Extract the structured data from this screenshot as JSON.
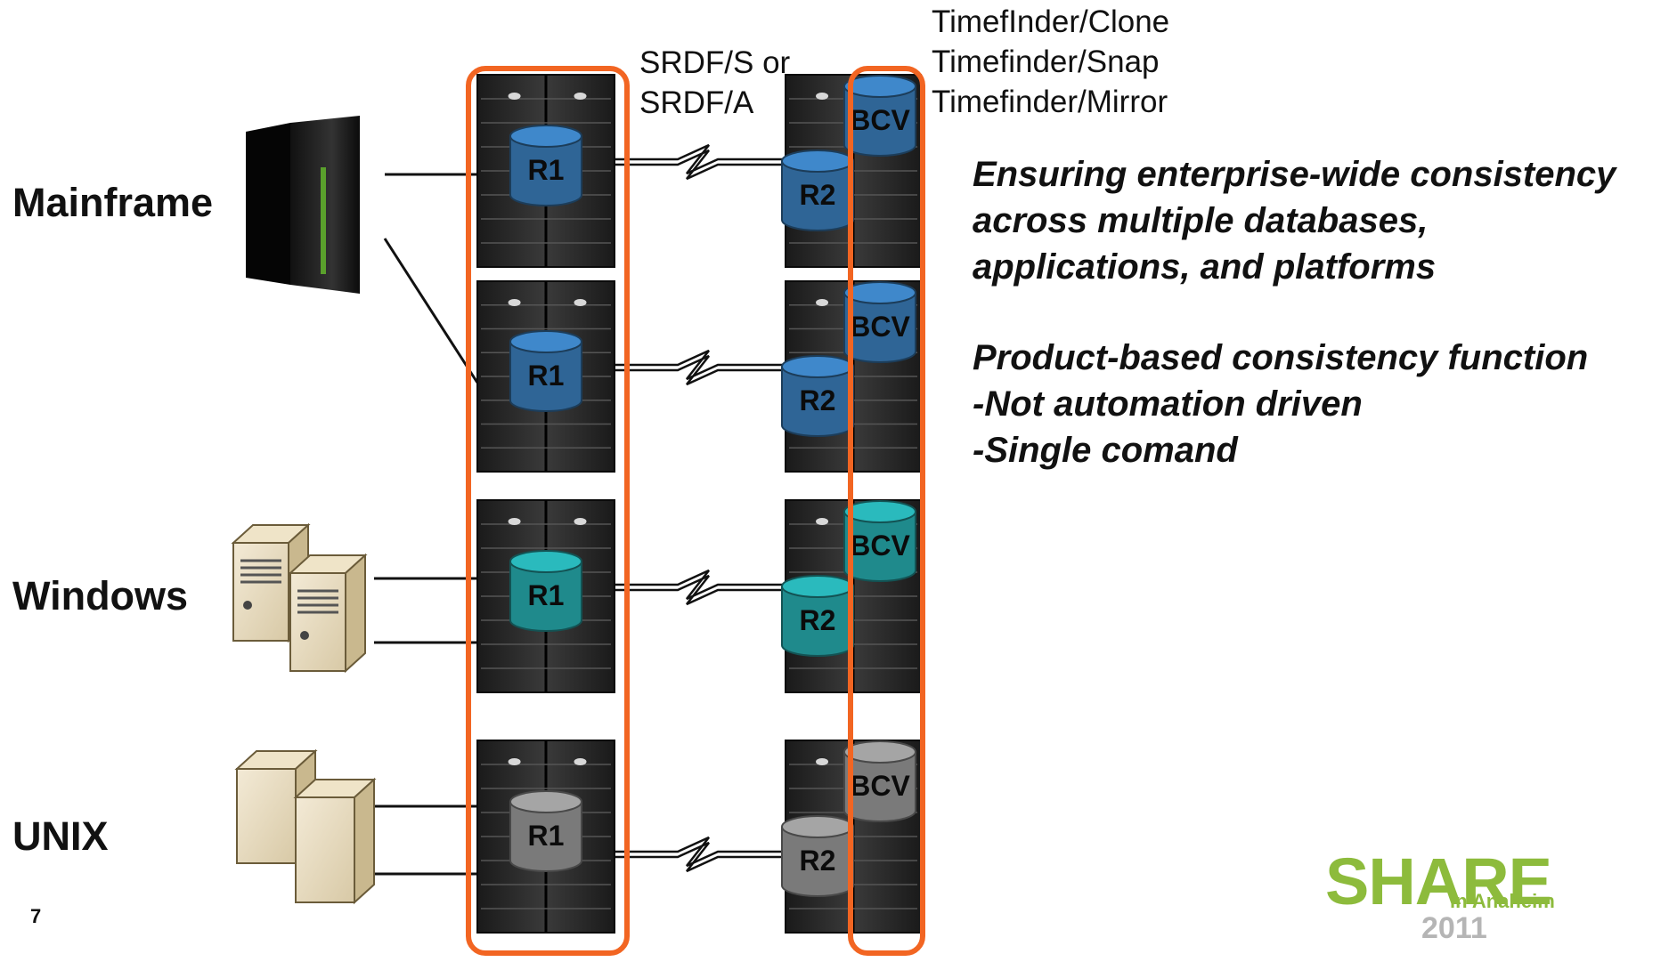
{
  "platforms": {
    "mainframe": "Mainframe",
    "windows": "Windows",
    "unix": "UNIX"
  },
  "replication": {
    "line1": "SRDF/S or",
    "line2": "SRDF/A"
  },
  "timefinder": {
    "line1": "TimefInder/Clone",
    "line2": "Timefinder/Snap",
    "line3": "Timefinder/Mirror"
  },
  "notes": {
    "line1": "Ensuring enterprise-wide consistency",
    "line2": "across multiple databases,",
    "line3": "applications, and platforms",
    "line4": "Product-based consistency function",
    "line5": "-Not automation driven",
    "line6": "-Single comand"
  },
  "volume_labels": {
    "r1": "R1",
    "r2": "R2",
    "bcv": "BCV"
  },
  "page_number": "7",
  "logo": {
    "brand": "SHARE",
    "location": "in Anaheim",
    "year": "2011"
  },
  "colors": {
    "highlight": "#f26522",
    "disk_blue": "#2f6596",
    "disk_teal": "#1f8a8c",
    "disk_gray": "#7a7a7a",
    "logo_green": "#8dbb3c"
  },
  "rows": [
    {
      "platform": "mainframe",
      "disk_color": "#2f6596"
    },
    {
      "platform": "mainframe",
      "disk_color": "#2f6596"
    },
    {
      "platform": "windows",
      "disk_color": "#1f8a8c"
    },
    {
      "platform": "unix",
      "disk_color": "#7a7a7a"
    }
  ]
}
